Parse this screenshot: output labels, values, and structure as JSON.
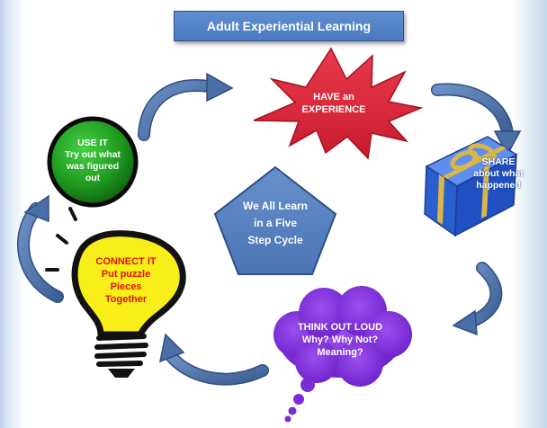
{
  "title": "Adult Experiential Learning",
  "center": [
    "We All Learn",
    "in a Five",
    "Step Cycle"
  ],
  "steps": {
    "experience": [
      "HAVE an",
      "EXPERIENCE"
    ],
    "share": [
      "SHARE",
      "about what",
      "happened"
    ],
    "think": [
      "THINK OUT LOUD",
      "Why? Why Not?",
      "Meaning?"
    ],
    "connect": [
      "CONNECT IT",
      "Put puzzle",
      "Pieces",
      "Together"
    ],
    "use": [
      "USE IT",
      "Try out what",
      "was figured",
      "out"
    ]
  },
  "colors": {
    "title_bg": "#4a79bf",
    "star_red": "#d9283a",
    "gift_blue": "#2a62d6",
    "ribbon_gold": "#d8b64a",
    "cloud_purple": "#7a2cd6",
    "bulb_yellow": "#f8ee1a",
    "circle_green": "#1f9a1f",
    "pentagon_blue": "#5580bf",
    "arrow_blue": "#4a6fa8",
    "connect_text_red": "#e01010"
  },
  "icons": [
    "explosion-star-icon",
    "gift-box-icon",
    "thought-cloud-icon",
    "light-bulb-icon",
    "green-circle-icon",
    "pentagon-icon",
    "curved-arrow-icon"
  ]
}
